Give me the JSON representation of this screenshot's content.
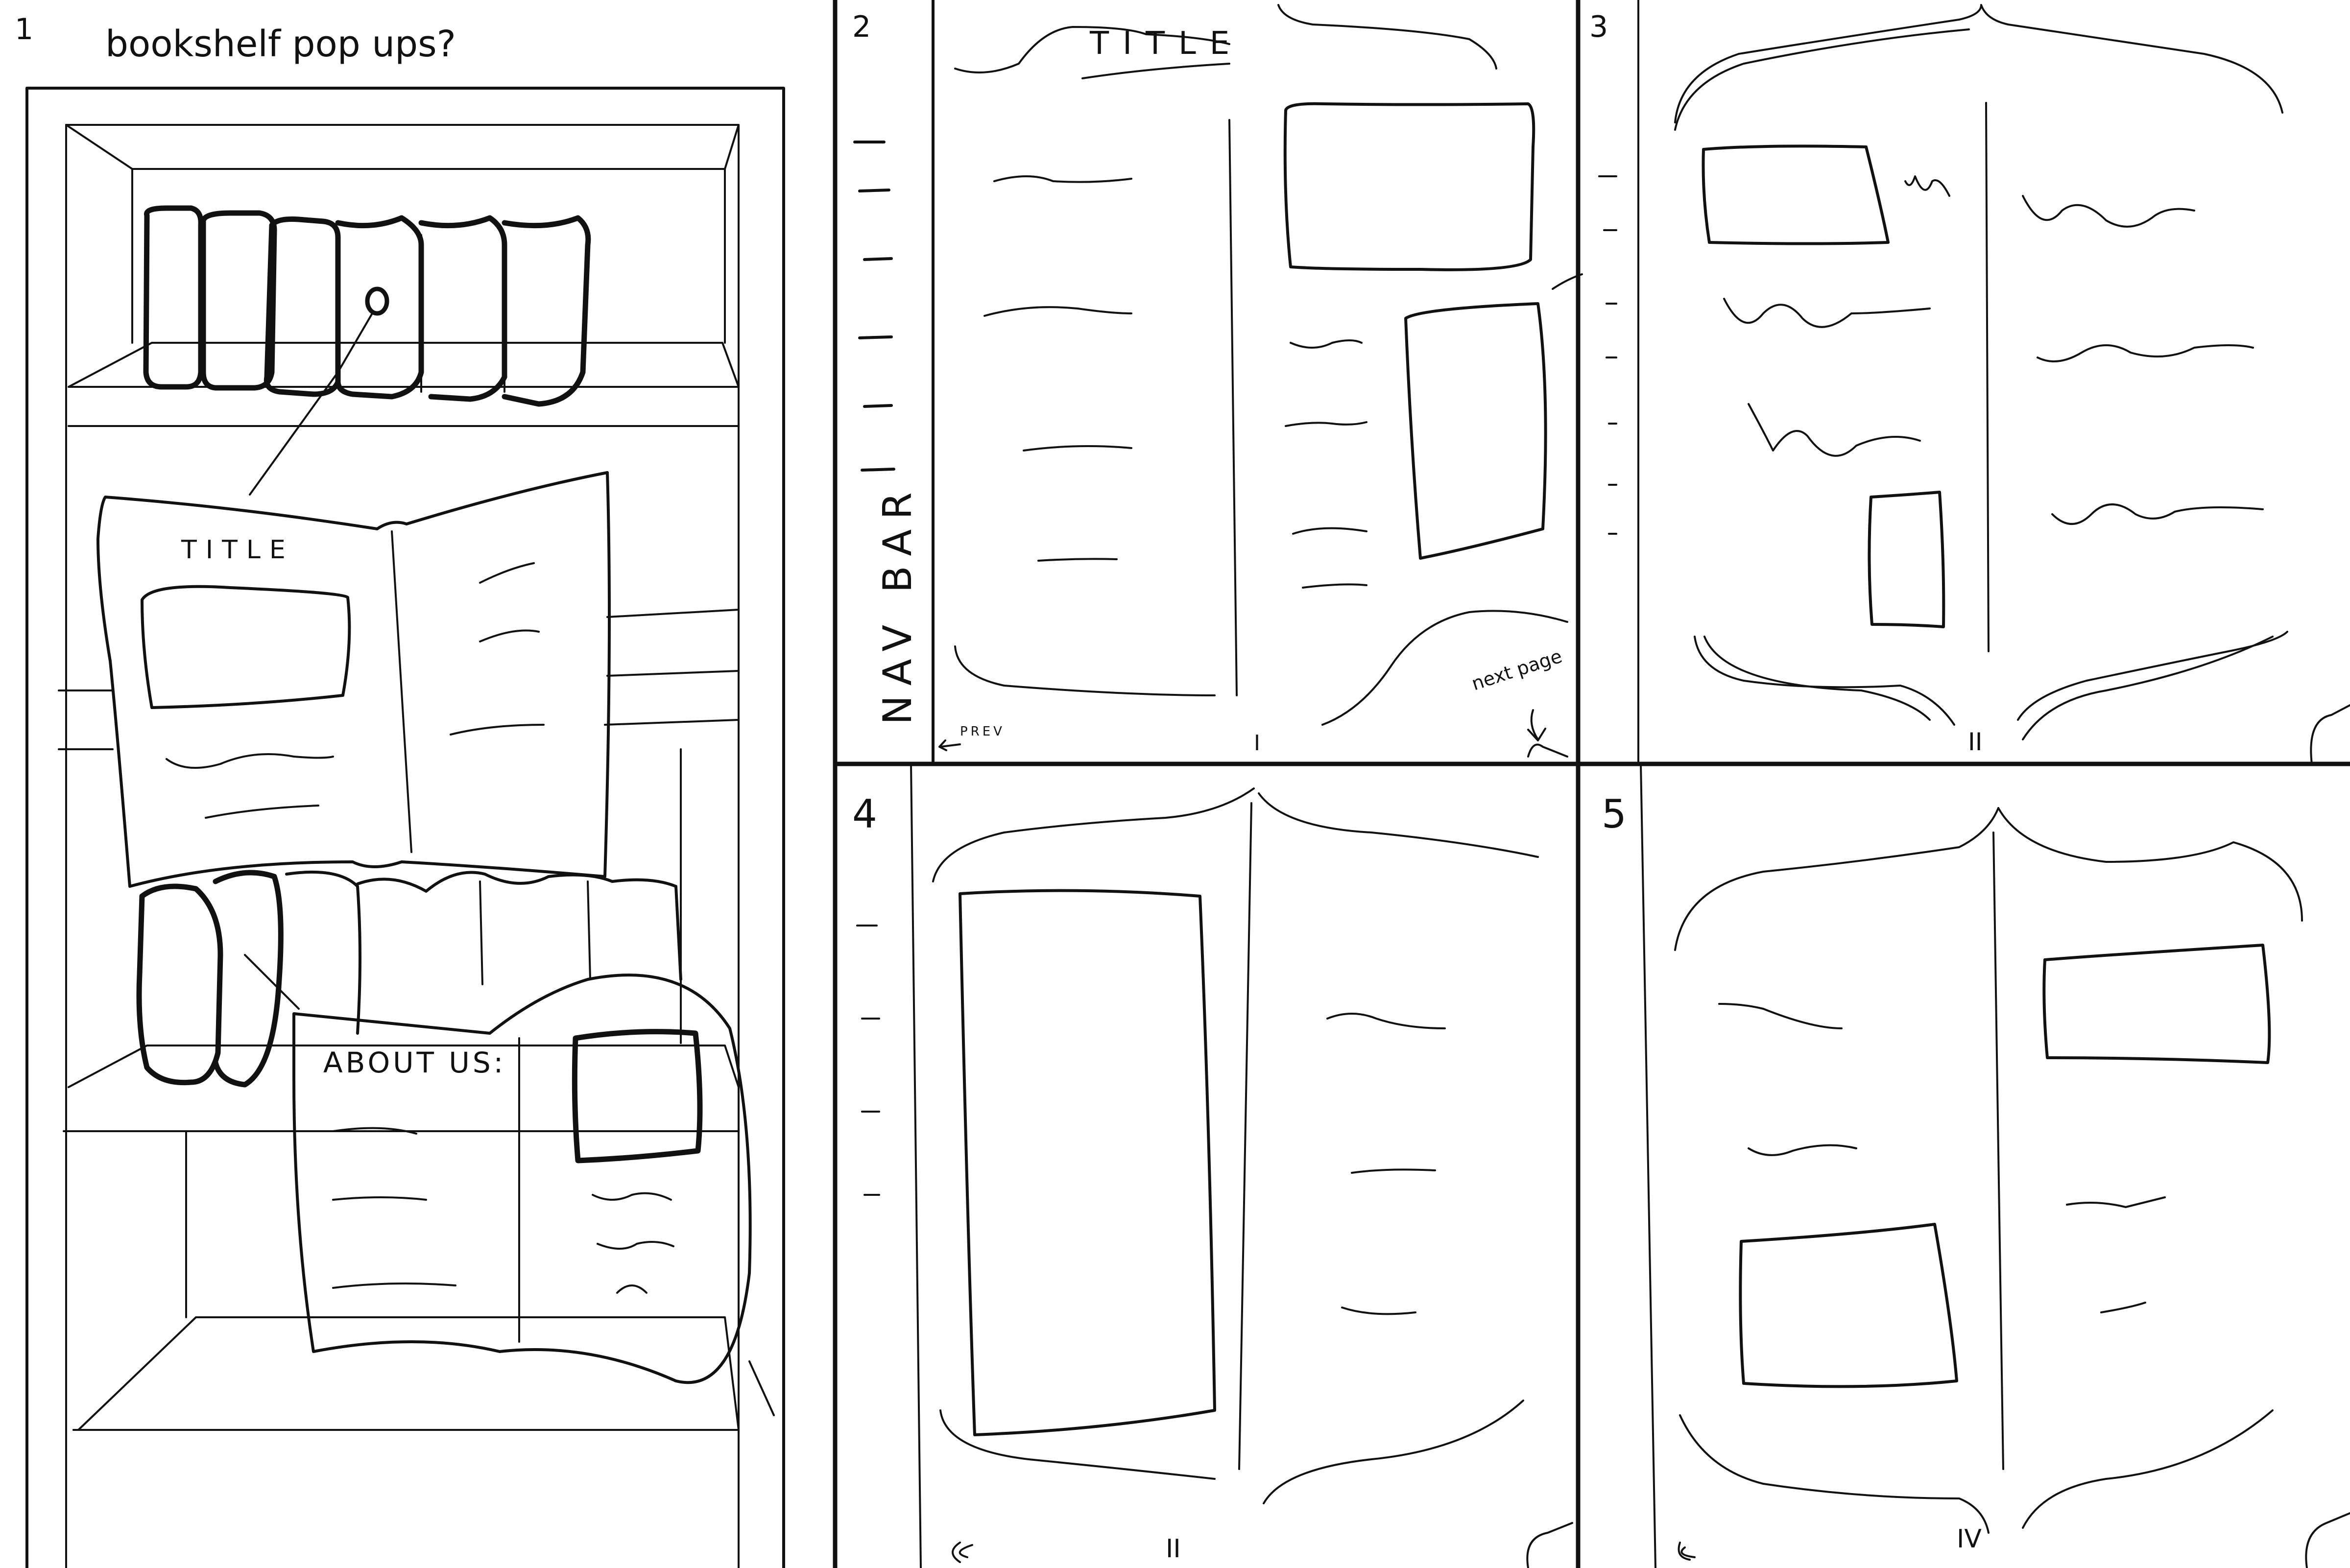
{
  "panels": [
    {
      "number": "1",
      "heading": "bookshelf pop ups?",
      "pop_title": "TITLE",
      "pop_about": "ABOUT US:"
    },
    {
      "number": "2",
      "title": "TITLE",
      "nav": "NAV BAR",
      "prev": "PREV",
      "next": "next page",
      "page": "I"
    },
    {
      "number": "3",
      "page": "II"
    },
    {
      "number": "4",
      "page": "II"
    },
    {
      "number": "5",
      "page": "IV"
    }
  ]
}
